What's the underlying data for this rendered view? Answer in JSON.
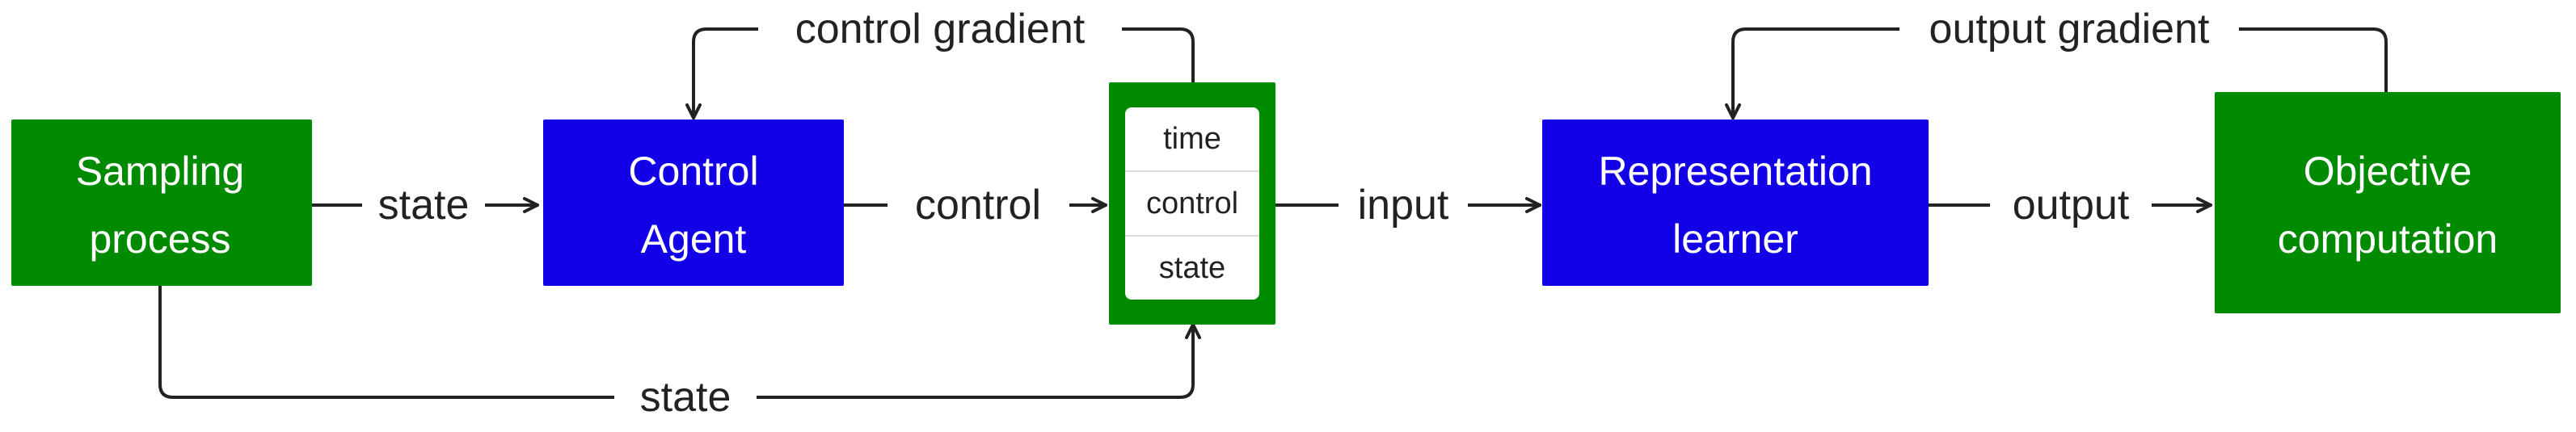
{
  "colors": {
    "green": "#008a00",
    "blue": "#1400e6",
    "edge": "#222222",
    "panel": "#ffffff"
  },
  "nodes": {
    "sampling": {
      "line1": "Sampling",
      "line2": "process"
    },
    "control_agent": {
      "line1": "Control",
      "line2": "Agent"
    },
    "input_bundle": {
      "slot1": "time",
      "slot2": "control",
      "slot3": "state"
    },
    "representation": {
      "line1": "Representation",
      "line2": "learner"
    },
    "objective": {
      "line1": "Objective",
      "line2": "computation"
    }
  },
  "edges": {
    "sampling_to_agent": "state",
    "agent_to_bundle": "control",
    "bundle_to_learner": "input",
    "learner_to_objective": "output",
    "bundle_to_agent_feedback": "control gradient",
    "objective_to_learner_feedback": "output gradient",
    "sampling_to_bundle_bottom": "state"
  }
}
